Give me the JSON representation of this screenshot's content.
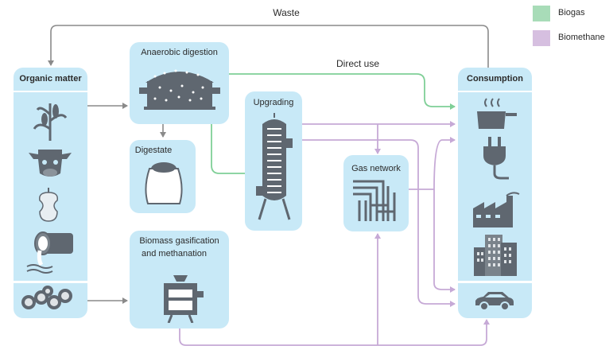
{
  "labels": {
    "waste": "Waste",
    "direct_use": "Direct use",
    "organic_matter": "Organic matter",
    "anaerobic_digestion": "Anaerobic digestion",
    "digestate": "Digestate",
    "upgrading": "Upgrading",
    "gas_network": "Gas network",
    "biomass_line1": "Biomass gasification",
    "biomass_line2": "and methanation",
    "consumption": "Consumption"
  },
  "legend": [
    {
      "label": "Biogas",
      "color": "#a8dcb8"
    },
    {
      "label": "Biomethane",
      "color": "#d6bfe0"
    }
  ],
  "colors": {
    "box": "#c8e9f7",
    "box_divider": "#ffffff",
    "biogas_line": "#7fcf97",
    "biomethane_line": "#c6a9d6",
    "neutral_line": "#8a8a8a",
    "icon": "#5f6770"
  },
  "organic_matter_icons": [
    "corn-icon",
    "cow-icon",
    "apple-core-icon",
    "pipe-waste-icon",
    "wood-logs-icon"
  ],
  "consumption_icons": [
    "saucepan-icon",
    "plug-icon",
    "factory-icon",
    "buildings-icon",
    "car-icon"
  ]
}
